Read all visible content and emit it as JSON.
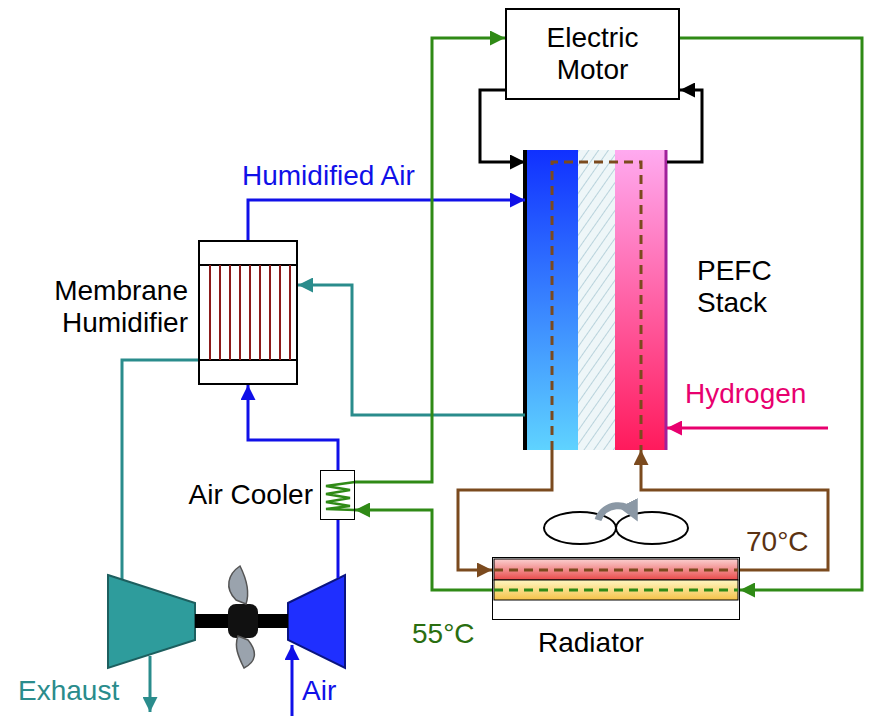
{
  "diagram": {
    "nodes": [
      {
        "text": [
          "Electric Motor"
        ]
      },
      {
        "text": [
          "PEFC Stack"
        ]
      },
      {
        "text": [
          "Membrane Humidifier"
        ]
      },
      {
        "text": [
          "Air Cooler"
        ]
      },
      {
        "text": [
          "Radiator"
        ]
      }
    ],
    "edges": [
      {
        "from": 0,
        "to": 1,
        "arrow": "to"
      },
      {
        "from": 1,
        "to": 0,
        "arrow": "to"
      },
      {
        "from": 2,
        "to": 1,
        "label": "Humidified Air",
        "arrow": "to"
      },
      {
        "from": 1,
        "to": 2,
        "arrow": "to"
      },
      {
        "from": 3,
        "to": 2,
        "arrow": "to"
      },
      {
        "from": 4,
        "to": 3,
        "arrow": "to"
      },
      {
        "from": 3,
        "to": 0,
        "arrow": "to"
      },
      {
        "from": 0,
        "to": 4,
        "arrow": "to"
      },
      {
        "from": 1,
        "to": 4,
        "arrow": "to"
      },
      {
        "from": 4,
        "to": 1,
        "arrow": "to"
      }
    ],
    "labels": [
      "Hydrogen",
      "70°C",
      "55°C",
      "Exhaust",
      "Air"
    ]
  }
}
